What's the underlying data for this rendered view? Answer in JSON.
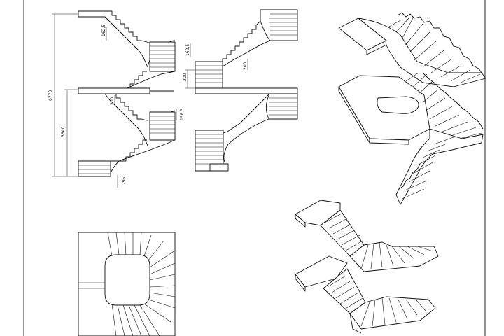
{
  "drawing": {
    "dimensions": {
      "total_height": "6770",
      "lower_flight_height": "3640",
      "riser_top_left": "162,5",
      "riser_top_mid": "162,5",
      "landing_top_mid": "200",
      "landing_left": "200",
      "riser_right": "158,3",
      "bottom_step": "295"
    },
    "colors": {
      "line": "#111111",
      "paper": "#ffffff"
    }
  }
}
